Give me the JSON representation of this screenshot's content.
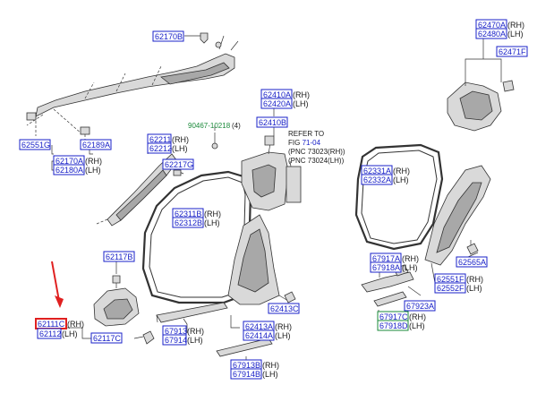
{
  "labels": {
    "p62170B": "62170B",
    "p62470A": "62470A",
    "p62480A": "62480A",
    "p62471F": "62471F",
    "p62551G": "62551G",
    "p62189A": "62189A",
    "p62170A": "62170A",
    "p62180A": "62180A",
    "p62410A": "62410A",
    "p62420A": "62420A",
    "p62410B": "62410B",
    "p90467": "90467-10218",
    "p90467_qty": "(4)",
    "p62211": "62211",
    "p62212": "62212",
    "p62217G": "62217G",
    "p62331A": "62331A",
    "p62332A": "62332A",
    "p62311B": "62311B",
    "p62312B": "62312B",
    "p62117B": "62117B",
    "p62117C": "62117C",
    "p62111C": "62111C",
    "p62112": "62112",
    "p67917A": "67917A",
    "p67918A": "67918A",
    "p62565A": "62565A",
    "p62551F": "62551F",
    "p62552F": "62552F",
    "p67923A": "67923A",
    "p67917C": "67917C",
    "p67918D": "67918D",
    "p62413C": "62413C",
    "p67913": "67913",
    "p67914": "67914",
    "p62413A": "62413A",
    "p62414A": "62414A",
    "p67913B": "67913B",
    "p67914B": "67914B"
  },
  "sides": {
    "rh": "(RH)",
    "lh": "(LH)"
  },
  "refer": {
    "line1": "REFER TO",
    "fig_prefix": "FIG ",
    "fig_num": "71-04",
    "pnc1": "(PNC 73023(RH))",
    "pnc2": "(PNC 73024(LH))"
  },
  "colors": {
    "part_number": "#1a22c8",
    "highlight": "#e02020",
    "alt_number": "#1a8a3a"
  }
}
